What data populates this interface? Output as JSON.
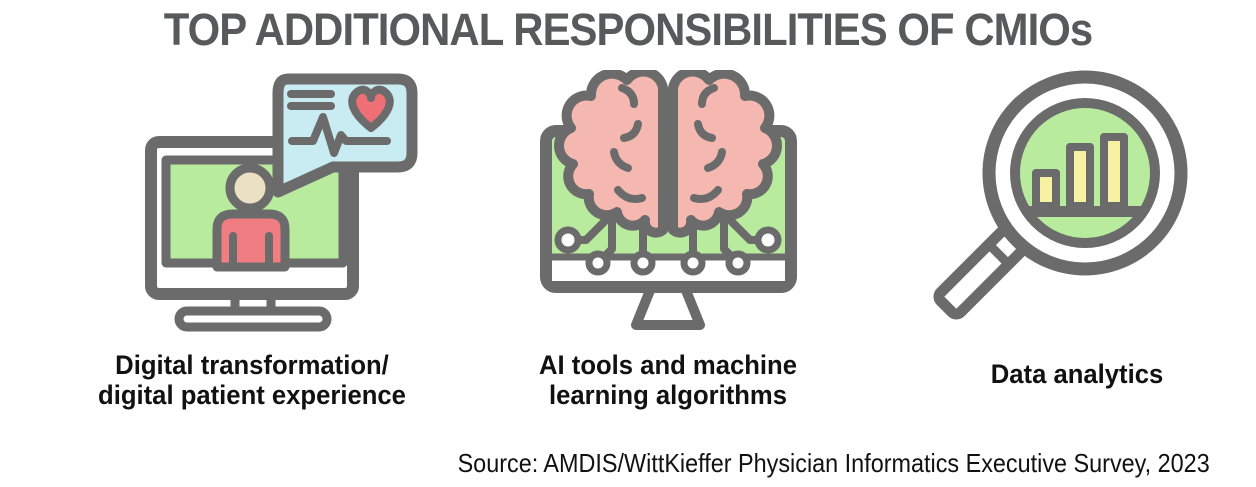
{
  "title": "TOP ADDITIONAL RESPONSIBILITIES OF CMIOs",
  "items": [
    {
      "icon": "telehealth-monitor-icon",
      "label_line1": "Digital transformation/",
      "label_line2": "digital patient experience"
    },
    {
      "icon": "ai-brain-monitor-icon",
      "label_line1": "AI tools and machine",
      "label_line2": "learning algorithms"
    },
    {
      "icon": "data-analytics-magnifier-icon",
      "label": "Data analytics"
    }
  ],
  "source": "Source: AMDIS/WittKieffer Physician Informatics Executive Survey, 2023",
  "palette": {
    "title-gray": "#58595b",
    "outline": "#6b6b6b",
    "green": "#b8eb9d",
    "blue": "#c9ecf2",
    "person-coral": "#f07d81",
    "heart-red": "#ee6f76",
    "brain-pink": "#f4b8b0",
    "skin-cream": "#ebdfc4",
    "bar-yellow": "#f7f2a2",
    "label-black": "#111111"
  }
}
